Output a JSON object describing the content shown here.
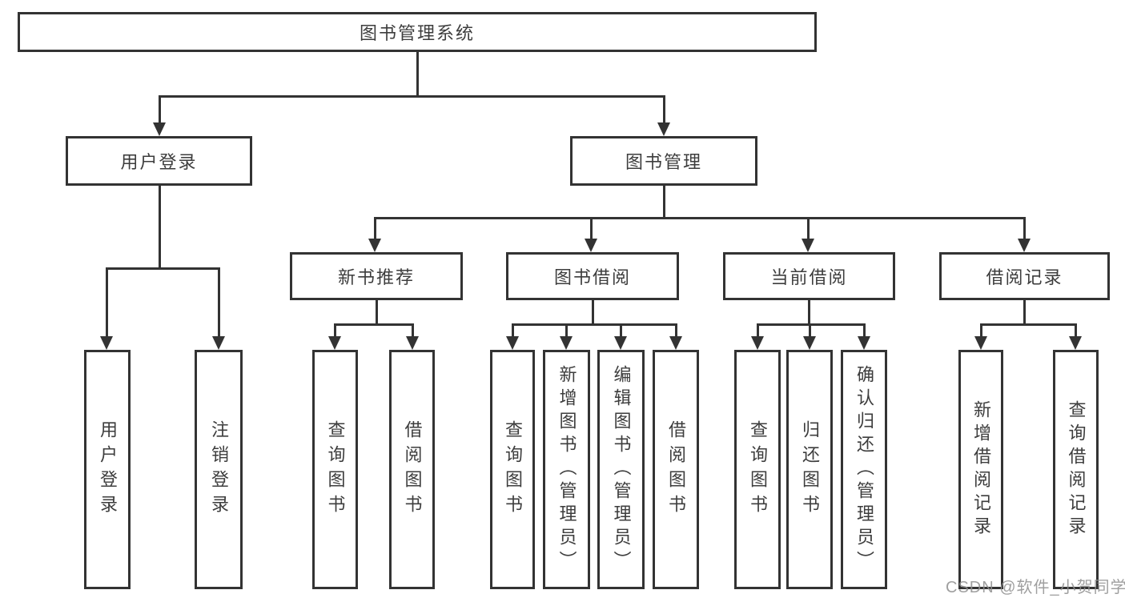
{
  "diagram": {
    "title": "图书管理系统",
    "root": {
      "label": "图书管理系统"
    },
    "level2": [
      {
        "label": "用户登录"
      },
      {
        "label": "图书管理"
      }
    ],
    "level3": [
      {
        "label": "新书推荐"
      },
      {
        "label": "图书借阅"
      },
      {
        "label": "当前借阅"
      },
      {
        "label": "借阅记录"
      }
    ],
    "leaves": [
      {
        "label": "用户登录",
        "parent": "用户登录"
      },
      {
        "label": "注销登录",
        "parent": "用户登录"
      },
      {
        "label": "查询图书",
        "parent": "新书推荐"
      },
      {
        "label": "借阅图书",
        "parent": "新书推荐"
      },
      {
        "label": "查询图书",
        "parent": "图书借阅"
      },
      {
        "label": "新增图书（管理员）",
        "parent": "图书借阅"
      },
      {
        "label": "编辑图书（管理员）",
        "parent": "图书借阅"
      },
      {
        "label": "借阅图书",
        "parent": "图书借阅"
      },
      {
        "label": "查询图书",
        "parent": "当前借阅"
      },
      {
        "label": "归还图书",
        "parent": "当前借阅"
      },
      {
        "label": "确认归还（管理员）",
        "parent": "当前借阅"
      },
      {
        "label": "新增借阅记录",
        "parent": "借阅记录"
      },
      {
        "label": "查询借阅记录",
        "parent": "借阅记录"
      }
    ],
    "colors": {
      "line": "#333333",
      "text": "#3d3d3d",
      "background": "#ffffff"
    }
  },
  "watermark": {
    "text": "CSDN @软件_小贺同学",
    "color": "#8f8f8f"
  }
}
